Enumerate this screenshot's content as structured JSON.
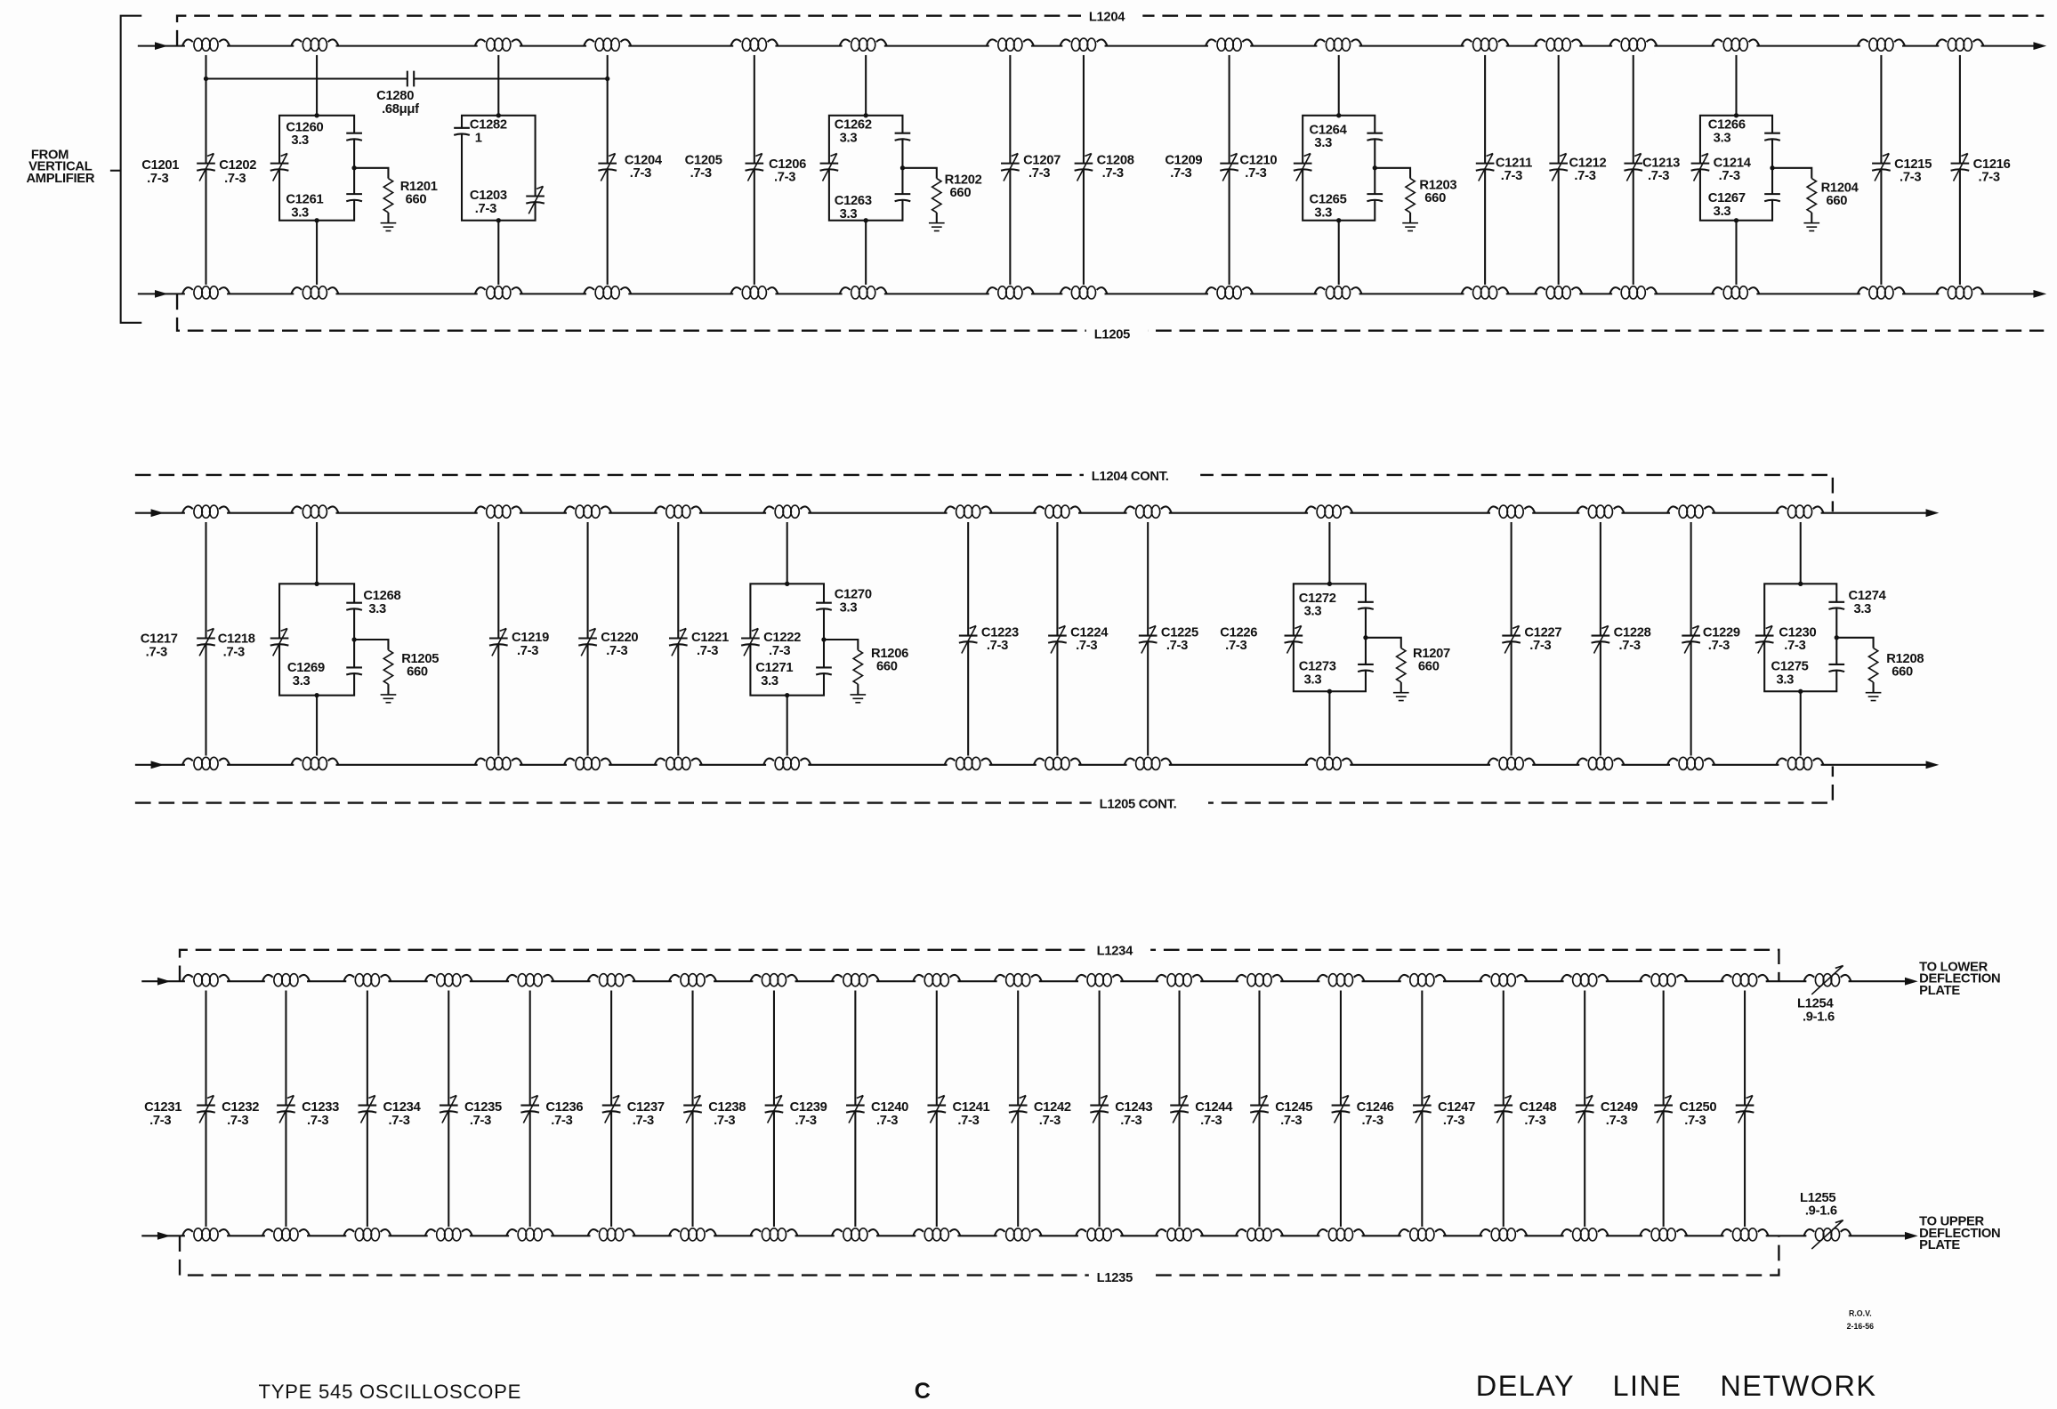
{
  "title": {
    "left": "TYPE 545 OSCILLOSCOPE",
    "center": "C",
    "right": "DELAY LINE NETWORK"
  },
  "signoff": {
    "initials": "R.O.V.",
    "date": "2-16-56"
  },
  "input_label": [
    "FROM",
    "VERTICAL",
    "AMPLIFIER"
  ],
  "outputs": {
    "lower": [
      "TO LOWER",
      "DEFLECTION",
      "PLATE"
    ],
    "upper": [
      "TO UPPER",
      "DEFLECTION",
      "PLATE"
    ]
  },
  "line_labels": {
    "l1204": "L1204",
    "l1205": "L1205",
    "l1204_cont": "L1204 CONT.",
    "l1205_cont": "L1205 CONT.",
    "l1234": "L1234",
    "l1235": "L1235"
  },
  "components": [
    {
      "ref": "C1201",
      "value": ".7-3"
    },
    {
      "ref": "C1202",
      "value": ".7-3"
    },
    {
      "ref": "C1260",
      "value": "3.3"
    },
    {
      "ref": "C1261",
      "value": "3.3"
    },
    {
      "ref": "R1201",
      "value": "660"
    },
    {
      "ref": "C1280",
      "value": ".68μμf"
    },
    {
      "ref": "C1282",
      "value": "1"
    },
    {
      "ref": "C1203",
      "value": ".7-3"
    },
    {
      "ref": "C1204",
      "value": ".7-3"
    },
    {
      "ref": "C1205",
      "value": ".7-3"
    },
    {
      "ref": "C1206",
      "value": ".7-3"
    },
    {
      "ref": "C1262",
      "value": "3.3"
    },
    {
      "ref": "C1263",
      "value": "3.3"
    },
    {
      "ref": "R1202",
      "value": "660"
    },
    {
      "ref": "C1207",
      "value": ".7-3"
    },
    {
      "ref": "C1208",
      "value": ".7-3"
    },
    {
      "ref": "C1209",
      "value": ".7-3"
    },
    {
      "ref": "C1210",
      "value": ".7-3"
    },
    {
      "ref": "C1264",
      "value": "3.3"
    },
    {
      "ref": "C1265",
      "value": "3.3"
    },
    {
      "ref": "R1203",
      "value": "660"
    },
    {
      "ref": "C1211",
      "value": ".7-3"
    },
    {
      "ref": "C1212",
      "value": ".7-3"
    },
    {
      "ref": "C1213",
      "value": ".7-3"
    },
    {
      "ref": "C1266",
      "value": "3.3"
    },
    {
      "ref": "C1214",
      "value": ".7-3"
    },
    {
      "ref": "C1267",
      "value": "3.3"
    },
    {
      "ref": "R1204",
      "value": "660"
    },
    {
      "ref": "C1215",
      "value": ".7-3"
    },
    {
      "ref": "C1216",
      "value": ".7-3"
    },
    {
      "ref": "C1217",
      "value": ".7-3"
    },
    {
      "ref": "C1218",
      "value": ".7-3"
    },
    {
      "ref": "C1268",
      "value": "3.3"
    },
    {
      "ref": "C1269",
      "value": "3.3"
    },
    {
      "ref": "R1205",
      "value": "660"
    },
    {
      "ref": "C1219",
      "value": ".7-3"
    },
    {
      "ref": "C1220",
      "value": ".7-3"
    },
    {
      "ref": "C1221",
      "value": ".7-3"
    },
    {
      "ref": "C1222",
      "value": ".7-3"
    },
    {
      "ref": "C1270",
      "value": "3.3"
    },
    {
      "ref": "C1271",
      "value": "3.3"
    },
    {
      "ref": "R1206",
      "value": "660"
    },
    {
      "ref": "C1223",
      "value": ".7-3"
    },
    {
      "ref": "C1224",
      "value": ".7-3"
    },
    {
      "ref": "C1225",
      "value": ".7-3"
    },
    {
      "ref": "C1226",
      "value": ".7-3"
    },
    {
      "ref": "C1272",
      "value": "3.3"
    },
    {
      "ref": "C1273",
      "value": "3.3"
    },
    {
      "ref": "R1207",
      "value": "660"
    },
    {
      "ref": "C1227",
      "value": ".7-3"
    },
    {
      "ref": "C1228",
      "value": ".7-3"
    },
    {
      "ref": "C1229",
      "value": ".7-3"
    },
    {
      "ref": "C1230",
      "value": ".7-3"
    },
    {
      "ref": "C1274",
      "value": "3.3"
    },
    {
      "ref": "C1275",
      "value": "3.3"
    },
    {
      "ref": "R1208",
      "value": "660"
    },
    {
      "ref": "C1231",
      "value": ".7-3"
    },
    {
      "ref": "C1232",
      "value": ".7-3"
    },
    {
      "ref": "C1233",
      "value": ".7-3"
    },
    {
      "ref": "C1234",
      "value": ".7-3"
    },
    {
      "ref": "C1235",
      "value": ".7-3"
    },
    {
      "ref": "C1236",
      "value": ".7-3"
    },
    {
      "ref": "C1237",
      "value": ".7-3"
    },
    {
      "ref": "C1238",
      "value": ".7-3"
    },
    {
      "ref": "C1239",
      "value": ".7-3"
    },
    {
      "ref": "C1240",
      "value": ".7-3"
    },
    {
      "ref": "C1241",
      "value": ".7-3"
    },
    {
      "ref": "C1242",
      "value": ".7-3"
    },
    {
      "ref": "C1243",
      "value": ".7-3"
    },
    {
      "ref": "C1244",
      "value": ".7-3"
    },
    {
      "ref": "C1245",
      "value": ".7-3"
    },
    {
      "ref": "C1246",
      "value": ".7-3"
    },
    {
      "ref": "C1247",
      "value": ".7-3"
    },
    {
      "ref": "C1248",
      "value": ".7-3"
    },
    {
      "ref": "C1249",
      "value": ".7-3"
    },
    {
      "ref": "C1250",
      "value": ".7-3"
    },
    {
      "ref": "L1254",
      "value": ".9-1.6"
    },
    {
      "ref": "L1255",
      "value": ".9-1.6"
    }
  ]
}
